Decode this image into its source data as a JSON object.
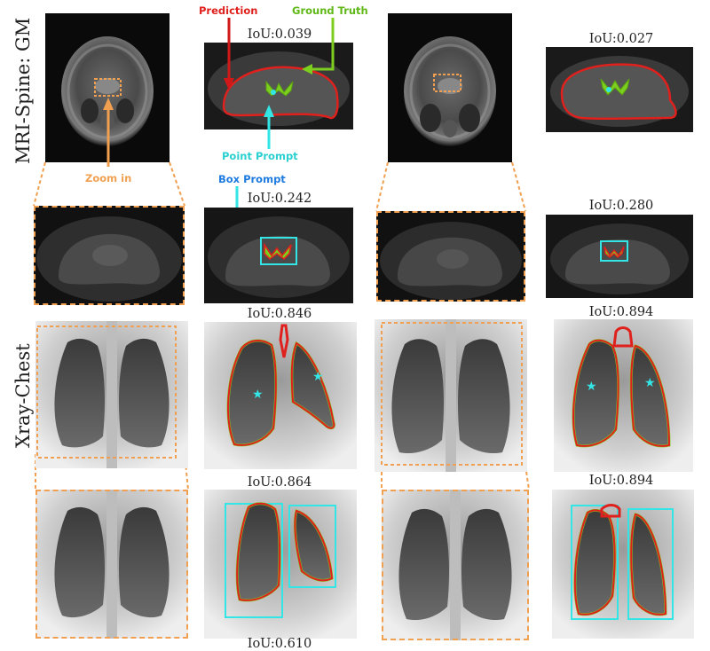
{
  "row_labels": {
    "mri": "MRI-Spine: GM",
    "xray": "Xray-Chest"
  },
  "annotations": {
    "prediction": "Prediction",
    "ground_truth": "Ground Truth",
    "point_prompt": "Point Prompt",
    "box_prompt": "Box Prompt",
    "zoom_in": "Zoom in"
  },
  "iou": {
    "mri_point_a": "IoU:0.039",
    "mri_point_b": "IoU:0.027",
    "mri_box_a": "IoU:0.242",
    "mri_box_b": "IoU:0.280",
    "xray_point_a": "IoU:0.846",
    "xray_point_b": "IoU:0.894",
    "xray_box_a": "IoU:0.864",
    "xray_box_b": "IoU:0.894",
    "xray_bottom": "IoU:0.610"
  },
  "colors": {
    "prediction": "#e0201c",
    "ground_truth": "#7ccf1e",
    "prompt": "#33e5e5",
    "box_prompt_label": "#1e7be0",
    "zoom": "#f0a050"
  }
}
